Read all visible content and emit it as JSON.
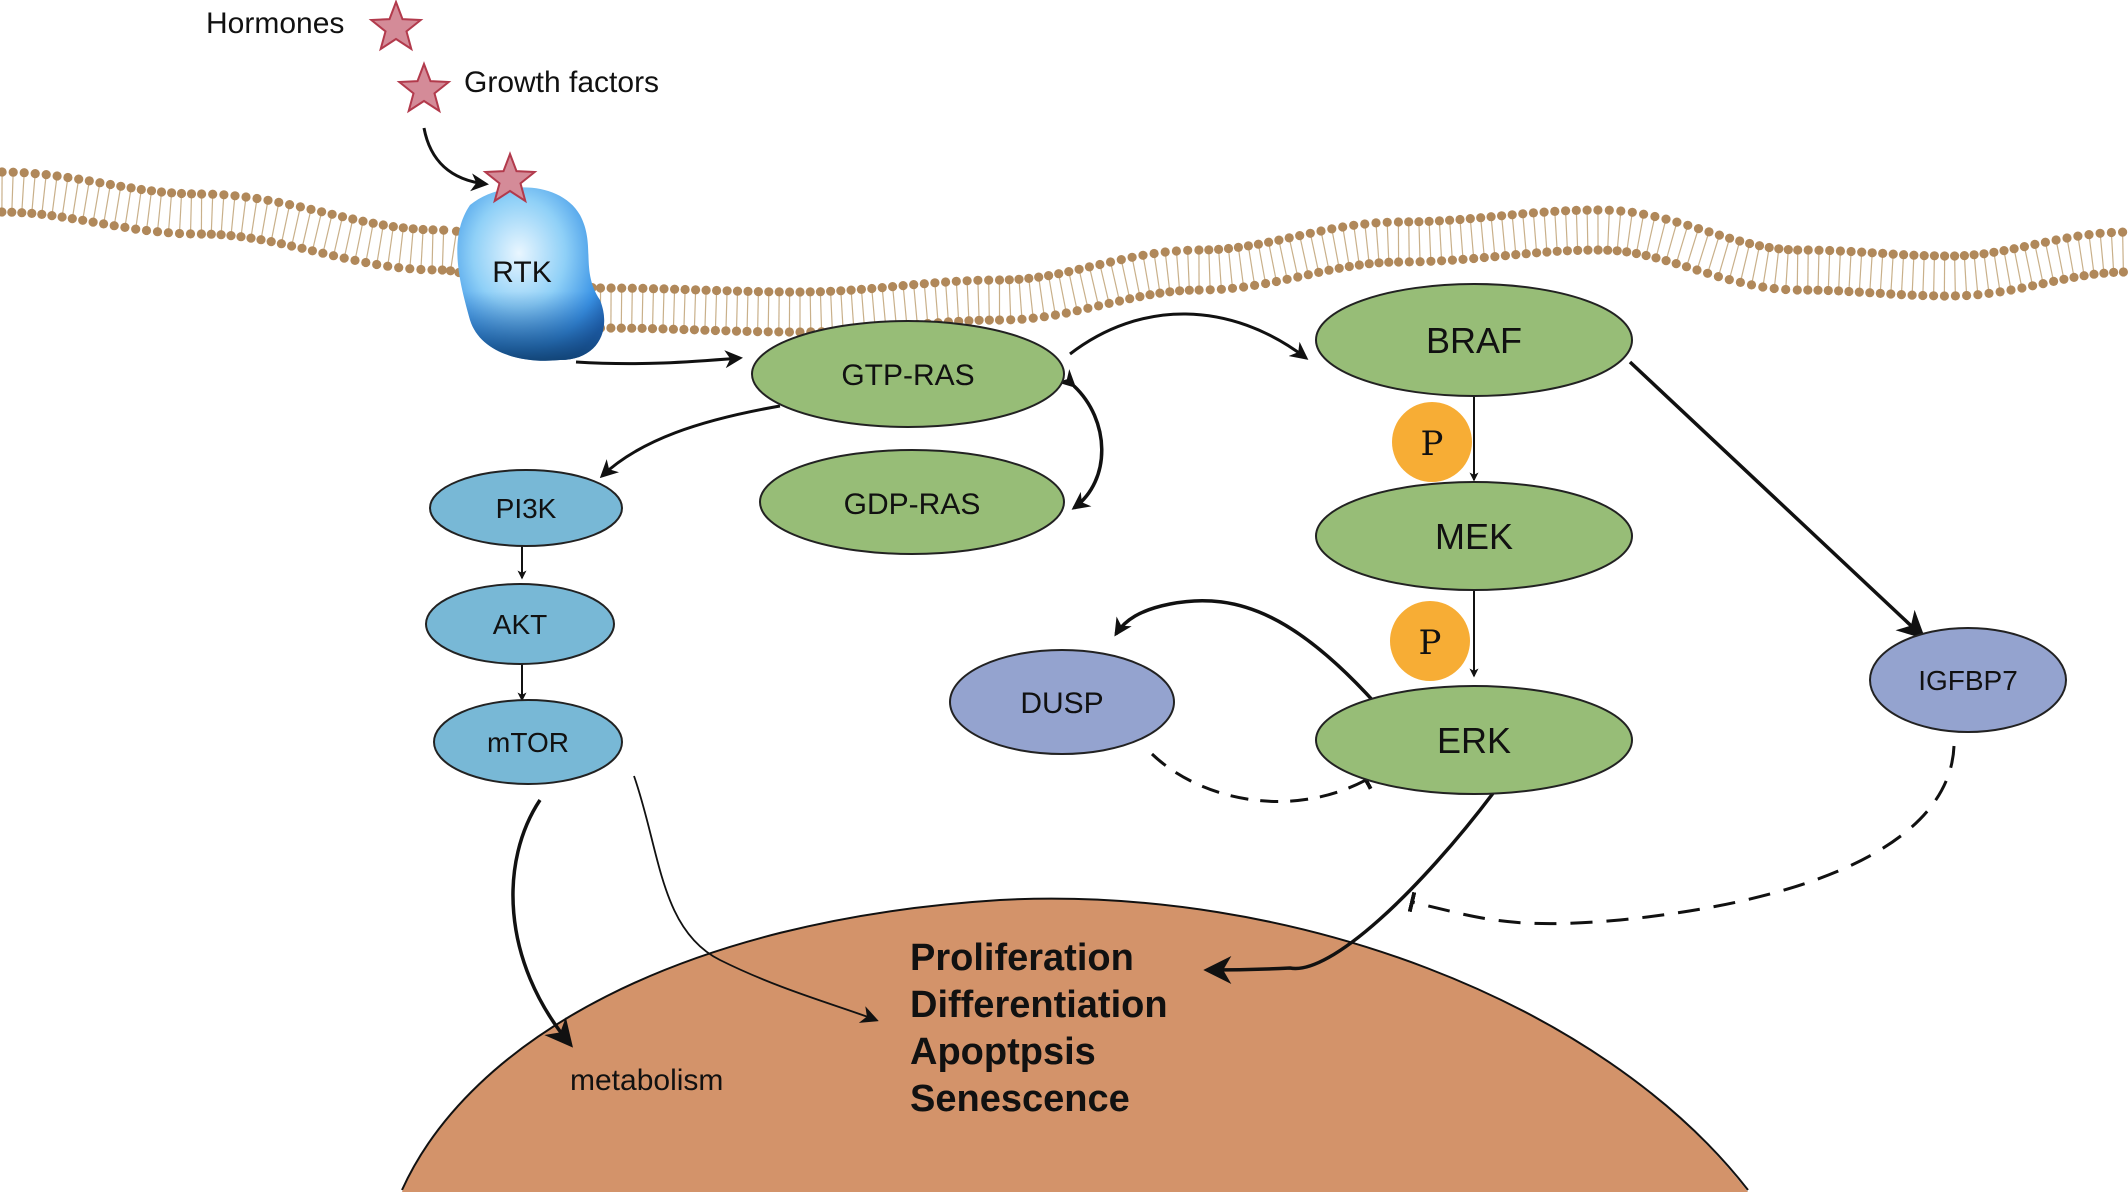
{
  "labels": {
    "hormones": "Hormones",
    "growth_factors": "Growth factors",
    "rtk": "RTK",
    "gtp_ras": "GTP-RAS",
    "gdp_ras": "GDP-RAS",
    "braf": "BRAF",
    "mek": "MEK",
    "erk": "ERK",
    "pi3k": "PI3K",
    "akt": "AKT",
    "mtor": "mTOR",
    "dusp": "DUSP",
    "igfbp7": "IGFBP7",
    "phospho_1": "P",
    "phospho_2": "P",
    "metabolism": "metabolism"
  },
  "outcomes": [
    "Proliferation",
    "Differentiation",
    "Apoptpsis",
    "Senescence"
  ],
  "colors": {
    "ras_green": "#97bd77",
    "pi3k_blue": "#78b8d6",
    "dusp_purple": "#94a3cf",
    "phospho_orange": "#f7ad35",
    "nucleus": "#d3936a",
    "star": "#d48b98",
    "membrane_head": "#b0885a",
    "rtk_blue": "#5aaeee"
  }
}
